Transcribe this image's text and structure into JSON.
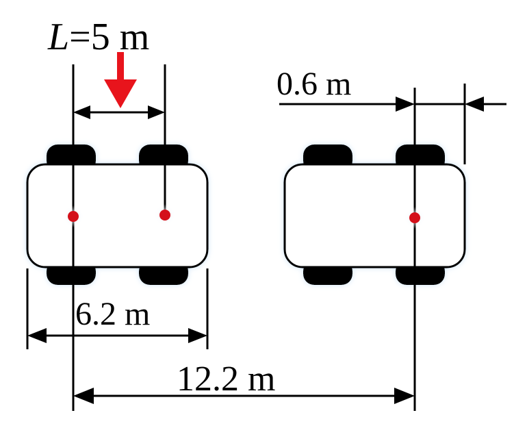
{
  "labels": {
    "load_symbol": "L",
    "load_value": "=5 m",
    "wheel_offset": "0.6 m",
    "vehicle_length": "6.2 m",
    "axle_spacing": "12.2 m"
  },
  "colors": {
    "line": "#000000",
    "wheel": "#000000",
    "body_fill": "#ffffff",
    "load_arrow": "#e8141c",
    "center_dot": "#d4101a",
    "glow": "#cfe4f7"
  }
}
